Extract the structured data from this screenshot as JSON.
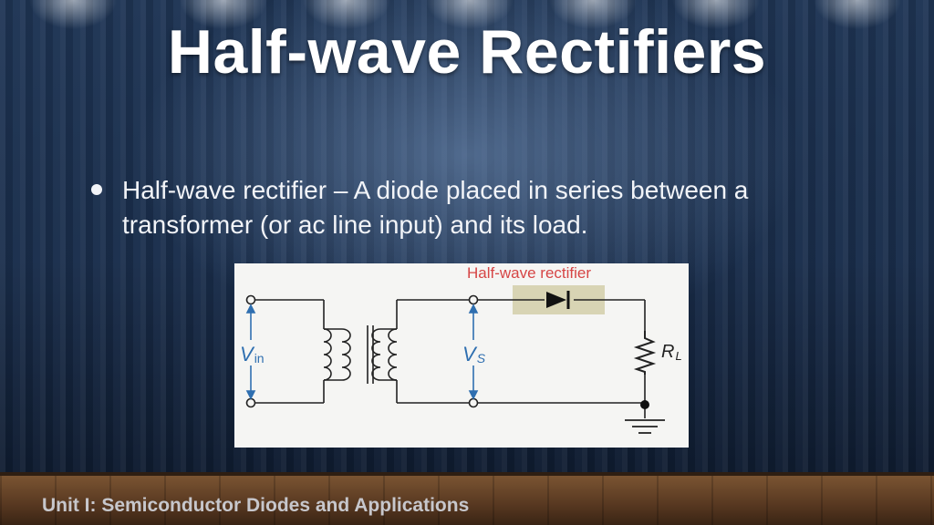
{
  "slide": {
    "title": "Half-wave Rectifiers",
    "bullet": "Half-wave rectifier – A diode placed in series between a transformer (or ac line input) and its load.",
    "footer": "Unit I: Semiconductor Diodes and Applications"
  },
  "diagram": {
    "caption": "Half-wave rectifier",
    "caption_color": "#d64545",
    "label_vin_main": "V",
    "label_vin_sub": "in",
    "label_vs_main": "V",
    "label_vs_sub": "S",
    "label_rl_main": "R",
    "label_rl_sub": "L",
    "label_color": "#2f6fb0",
    "highlight_color": "#d8d4b4"
  }
}
